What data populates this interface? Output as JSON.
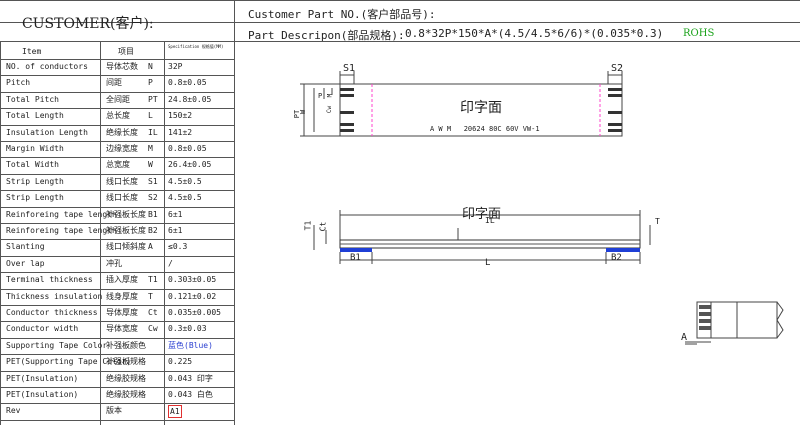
{
  "header": {
    "customer_label": "CUSTOMER(客户):",
    "part_no_label": "Customer Part NO.(客户部品号):",
    "part_desc_label": "Part Descripon(部品规格):",
    "part_desc_value": "0.8*32P*150*A*(4.5/4.5*6/6)*(0.035*0.3)",
    "rohs": "ROHS"
  },
  "table": {
    "col_item": "Item",
    "col_project": "项目",
    "col_spec": "Specification 规格值(MM)",
    "rows": [
      {
        "en": "NO. of conductors",
        "cn": "导体芯数",
        "sym": "N",
        "val": "32P"
      },
      {
        "en": "Pitch",
        "cn": "间距",
        "sym": "P",
        "val": "0.8±0.05"
      },
      {
        "en": "Total Pitch",
        "cn": "全间距",
        "sym": "PT",
        "val": "24.8±0.05"
      },
      {
        "en": "Total Length",
        "cn": "总长度",
        "sym": "L",
        "val": "150±2"
      },
      {
        "en": "Insulation Length",
        "cn": "绝缘长度",
        "sym": "IL",
        "val": "141±2"
      },
      {
        "en": "Margin Width",
        "cn": "边缘宽度",
        "sym": "M",
        "val": "0.8±0.05"
      },
      {
        "en": "Total Width",
        "cn": "总宽度",
        "sym": "W",
        "val": "26.4±0.05"
      },
      {
        "en": "Strip Length",
        "cn": "线口长度",
        "sym": "S1",
        "val": "4.5±0.5"
      },
      {
        "en": "Strip Length",
        "cn": "线口长度",
        "sym": "S2",
        "val": "4.5±0.5"
      },
      {
        "en": "Reinforeing tape length",
        "cn": "补强板长度",
        "sym": "B1",
        "val": "6±1"
      },
      {
        "en": "Reinforeing tape length",
        "cn": "补强板长度",
        "sym": "B2",
        "val": "6±1"
      },
      {
        "en": "Slanting",
        "cn": "线口倾斜度",
        "sym": "A",
        "val": "≤0.3"
      },
      {
        "en": "Over lap",
        "cn": "冲孔",
        "sym": "",
        "val": "/"
      },
      {
        "en": "Terminal thickness",
        "cn": "插入厚度",
        "sym": "T1",
        "val": "0.303±0.05"
      },
      {
        "en": "Thickness insulation",
        "cn": "线身厚度",
        "sym": "T",
        "val": "0.121±0.02"
      },
      {
        "en": "Conductor thickness",
        "cn": "导体厚度",
        "sym": "Ct",
        "val": "0.035±0.005"
      },
      {
        "en": "Conductor width",
        "cn": "导体宽度",
        "sym": "Cw",
        "val": "0.3±0.03"
      },
      {
        "en": "Supporting Tape Color",
        "cn": "补强板颜色",
        "sym": "",
        "val": "蓝色(Blue)"
      },
      {
        "en": "PET(Supporting Tape Color)",
        "cn": "补强板规格",
        "sym": "",
        "val": "0.225"
      },
      {
        "en": "PET(Insulation)",
        "cn": "绝缘胶规格",
        "sym": "",
        "val": "0.043 印字"
      },
      {
        "en": "PET(Insulation)",
        "cn": "绝缘胶规格",
        "sym": "",
        "val": "0.043 白色"
      },
      {
        "en": "Rev",
        "cn": "版本",
        "sym": "",
        "val": "A1"
      }
    ]
  },
  "drawing": {
    "top": {
      "s1": "S1",
      "s2": "S2",
      "print_area": "印字面",
      "print_text": "A W M   20624 80C 60V VW-1",
      "pt": "PT",
      "w": "W",
      "p": "P",
      "cw": "Cw",
      "m": "M"
    },
    "side": {
      "print_area": "印字面",
      "il": "IL",
      "t1": "T1",
      "ct": "Ct",
      "t": "T",
      "b1": "B1",
      "b2": "B2",
      "l": "L"
    },
    "detail": {
      "a": "A"
    }
  },
  "colors": {
    "tape": "#1f3fd6",
    "pink": "#ff44cc",
    "rohs": "#1aa21a",
    "blue_text": "#2a3fd1",
    "rev_box": "#e03030"
  }
}
